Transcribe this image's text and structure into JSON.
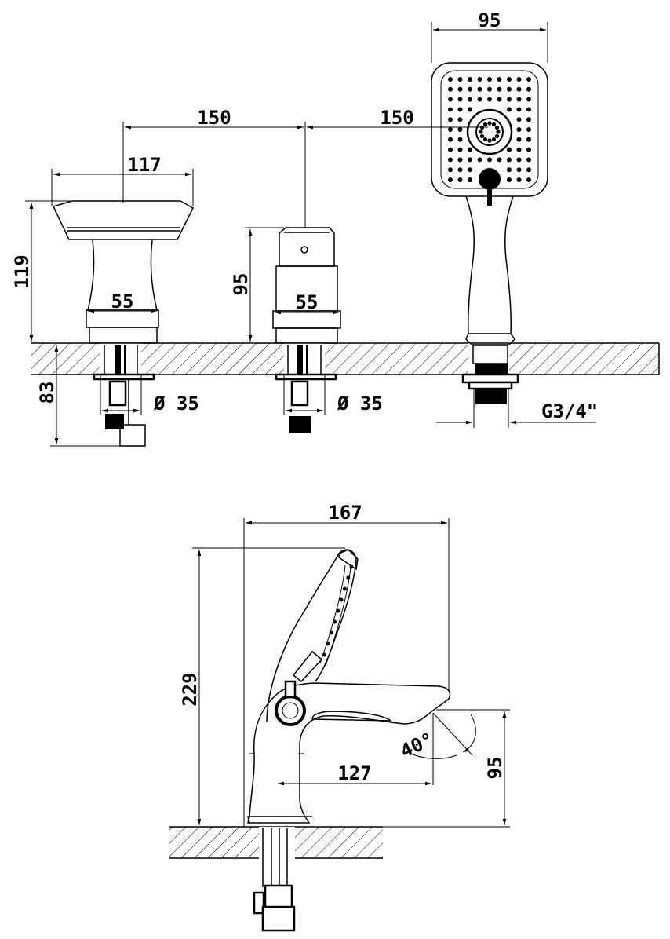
{
  "top_view": {
    "dims": {
      "shower_width": "95",
      "spacing_left": "150",
      "spacing_right": "150",
      "spout_top_width": "117",
      "spout_height": "119",
      "valve_height": "95",
      "base_left": "55",
      "base_middle": "55",
      "below_deck": "83",
      "hole_left": "Ø 35",
      "hole_middle": "Ø 35",
      "thread": "G3/4\""
    }
  },
  "side_view": {
    "dims": {
      "overall_width": "167",
      "overall_height": "229",
      "angle": "40°",
      "spout_reach": "127",
      "spout_height": "95"
    }
  }
}
